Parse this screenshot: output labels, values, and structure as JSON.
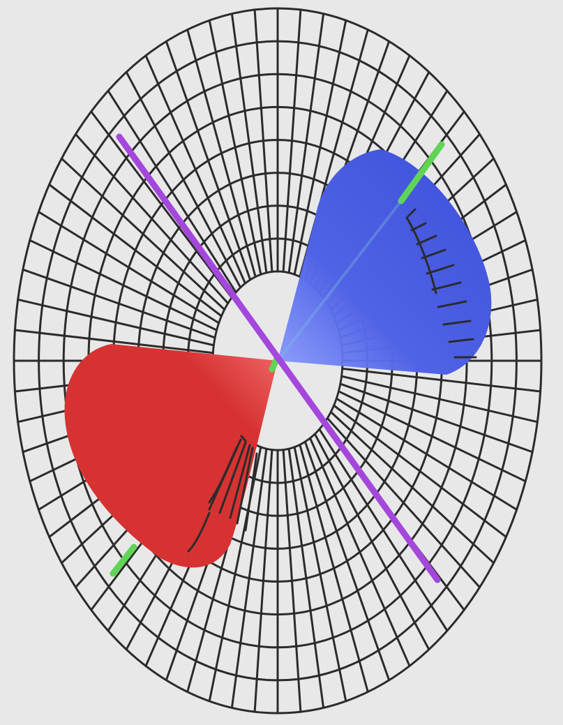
{
  "scene": {
    "background": "#e8e8e8",
    "polar_grid": {
      "ring_count": 9,
      "spoke_count": 72,
      "line_color": "#2b2b2b"
    },
    "cones": [
      {
        "name": "blue-cone",
        "color": "#3c4fd8",
        "direction": "upper-right"
      },
      {
        "name": "red-cone",
        "color": "#d73232",
        "direction": "lower-left"
      }
    ],
    "axis_rod": {
      "color": "#a447dc"
    },
    "field_line": {
      "color": "#5fd455"
    }
  }
}
